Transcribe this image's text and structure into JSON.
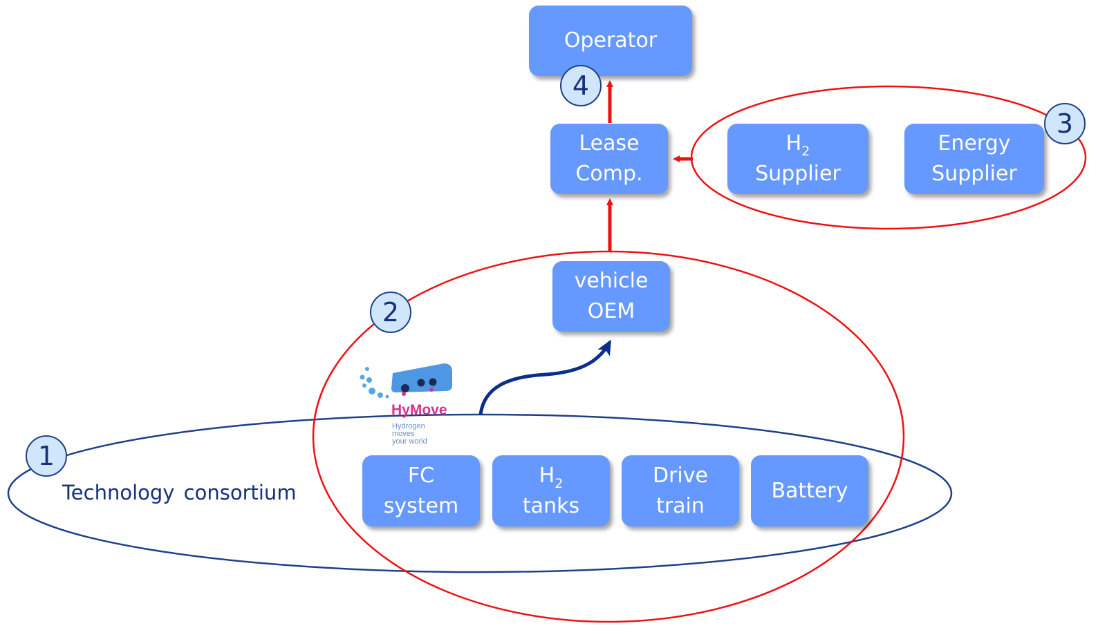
{
  "colors": {
    "box_fill": "#6699ff",
    "box_text": "#ffffff",
    "red_outline": "#ee1111",
    "blue_outline": "#1f3f8a",
    "badge_fill": "#cfe6fb"
  },
  "boxes": {
    "operator": {
      "line1": "Operator"
    },
    "lease": {
      "line1": "Lease",
      "line2": "Comp."
    },
    "h2_supplier": {
      "symbol": "H",
      "subscript": "2",
      "line2": "Supplier"
    },
    "energy_supplier": {
      "line1": "Energy",
      "line2": "Supplier"
    },
    "vehicle_oem": {
      "line1": "vehicle",
      "line2": "OEM"
    },
    "fc_system": {
      "line1": "FC",
      "line2": "system"
    },
    "h2_tanks": {
      "symbol": "H",
      "subscript": "2",
      "line2": "tanks"
    },
    "drive_train": {
      "line1": "Drive",
      "line2": "train"
    },
    "battery": {
      "line1": "Battery"
    }
  },
  "badges": {
    "one": "1",
    "two": "2",
    "three": "3",
    "four": "4"
  },
  "technology_label": "Technology consortium",
  "logo": {
    "name": "HyMove",
    "tagline": [
      "Hydrogen",
      "moves",
      "your world"
    ],
    "title_color": "#d1348e",
    "tagline_color": "#6b8fcf"
  }
}
